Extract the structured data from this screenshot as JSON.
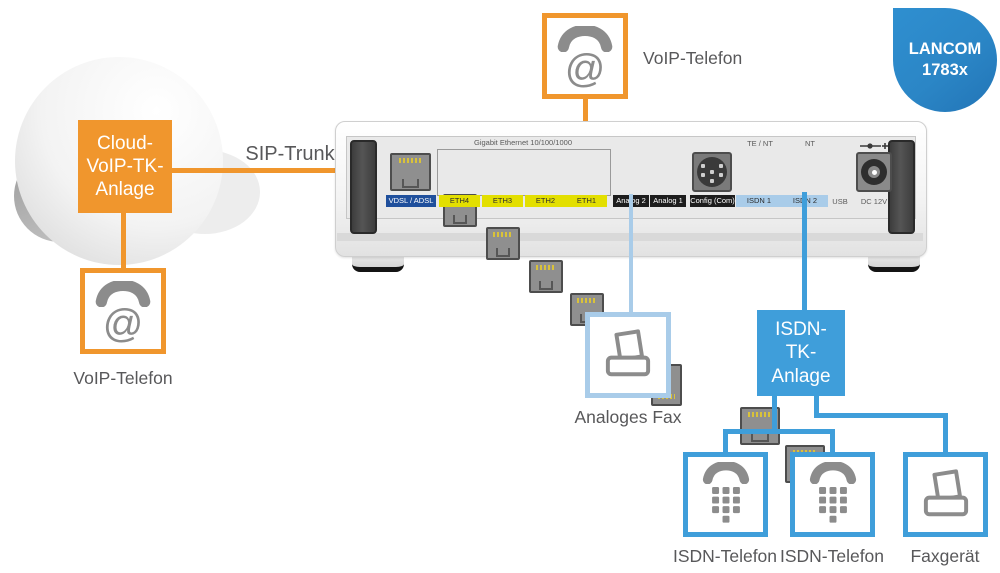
{
  "palette": {
    "orange": "#F0962D",
    "blue": "#3F9EDA",
    "light_blue": "#A9CCE9",
    "badge_blue": "#2B86C6",
    "vdsl_navy": "#1F4F9C",
    "eth_yellow": "#E3DF00",
    "icon_gray": "#8C8C8C",
    "text_gray": "#58585A"
  },
  "cloud_pbx": {
    "label": "Cloud-\nVoIP-TK-\nAnlage"
  },
  "sip": {
    "label": "SIP-Trunk"
  },
  "badge": {
    "line1": "LANCOM",
    "line2": "1783x"
  },
  "voip_top": {
    "label": "VoIP-Telefon"
  },
  "voip_left": {
    "label": "VoIP-Telefon"
  },
  "router": {
    "gigabit_label": "Gigabit Ethernet 10/100/1000",
    "ports": {
      "vdsl": "VDSL / ADSL",
      "eth": [
        "ETH4",
        "ETH3",
        "ETH2",
        "ETH1"
      ],
      "analog": [
        "Analog 2",
        "Analog 1"
      ],
      "config": "Config (Com)",
      "te_nt": "TE / NT",
      "nt": "NT",
      "isdn": [
        "ISDN 1",
        "ISDN 2"
      ],
      "usb": "USB",
      "dc": "DC 12V"
    }
  },
  "fax_analog": {
    "label": "Analoges Fax"
  },
  "isdn_pbx": {
    "label": "ISDN-\nTK-\nAnlage"
  },
  "devices": [
    {
      "label": "ISDN-Telefon"
    },
    {
      "label": "ISDN-Telefon"
    },
    {
      "label": "Faxgerät"
    }
  ]
}
